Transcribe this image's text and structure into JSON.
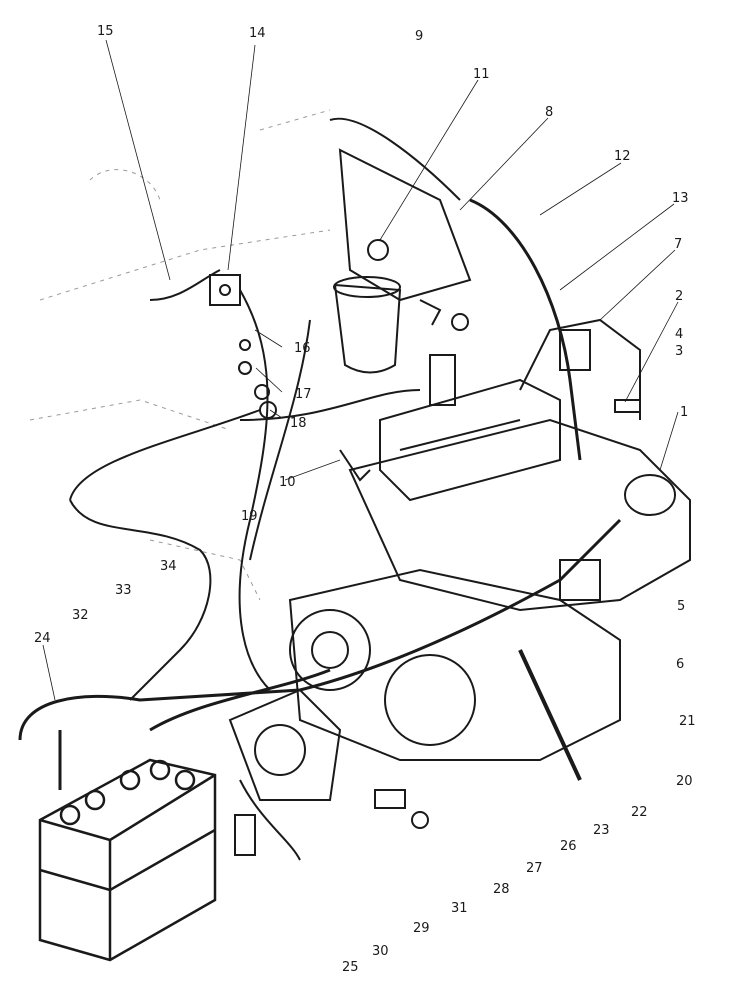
{
  "callouts": [
    "1",
    "2",
    "3",
    "4",
    "5",
    "6",
    "7",
    "8",
    "9",
    "10",
    "11",
    "12",
    "13",
    "14",
    "15",
    "16",
    "17",
    "18",
    "19",
    "20",
    "21",
    "22",
    "23",
    "24",
    "25",
    "26",
    "27",
    "28",
    "29",
    "30",
    "31",
    "32",
    "33",
    "34"
  ],
  "colors": {
    "line": "#1a1a1a",
    "background": "#ffffff",
    "faint": "#9a9a9a"
  }
}
